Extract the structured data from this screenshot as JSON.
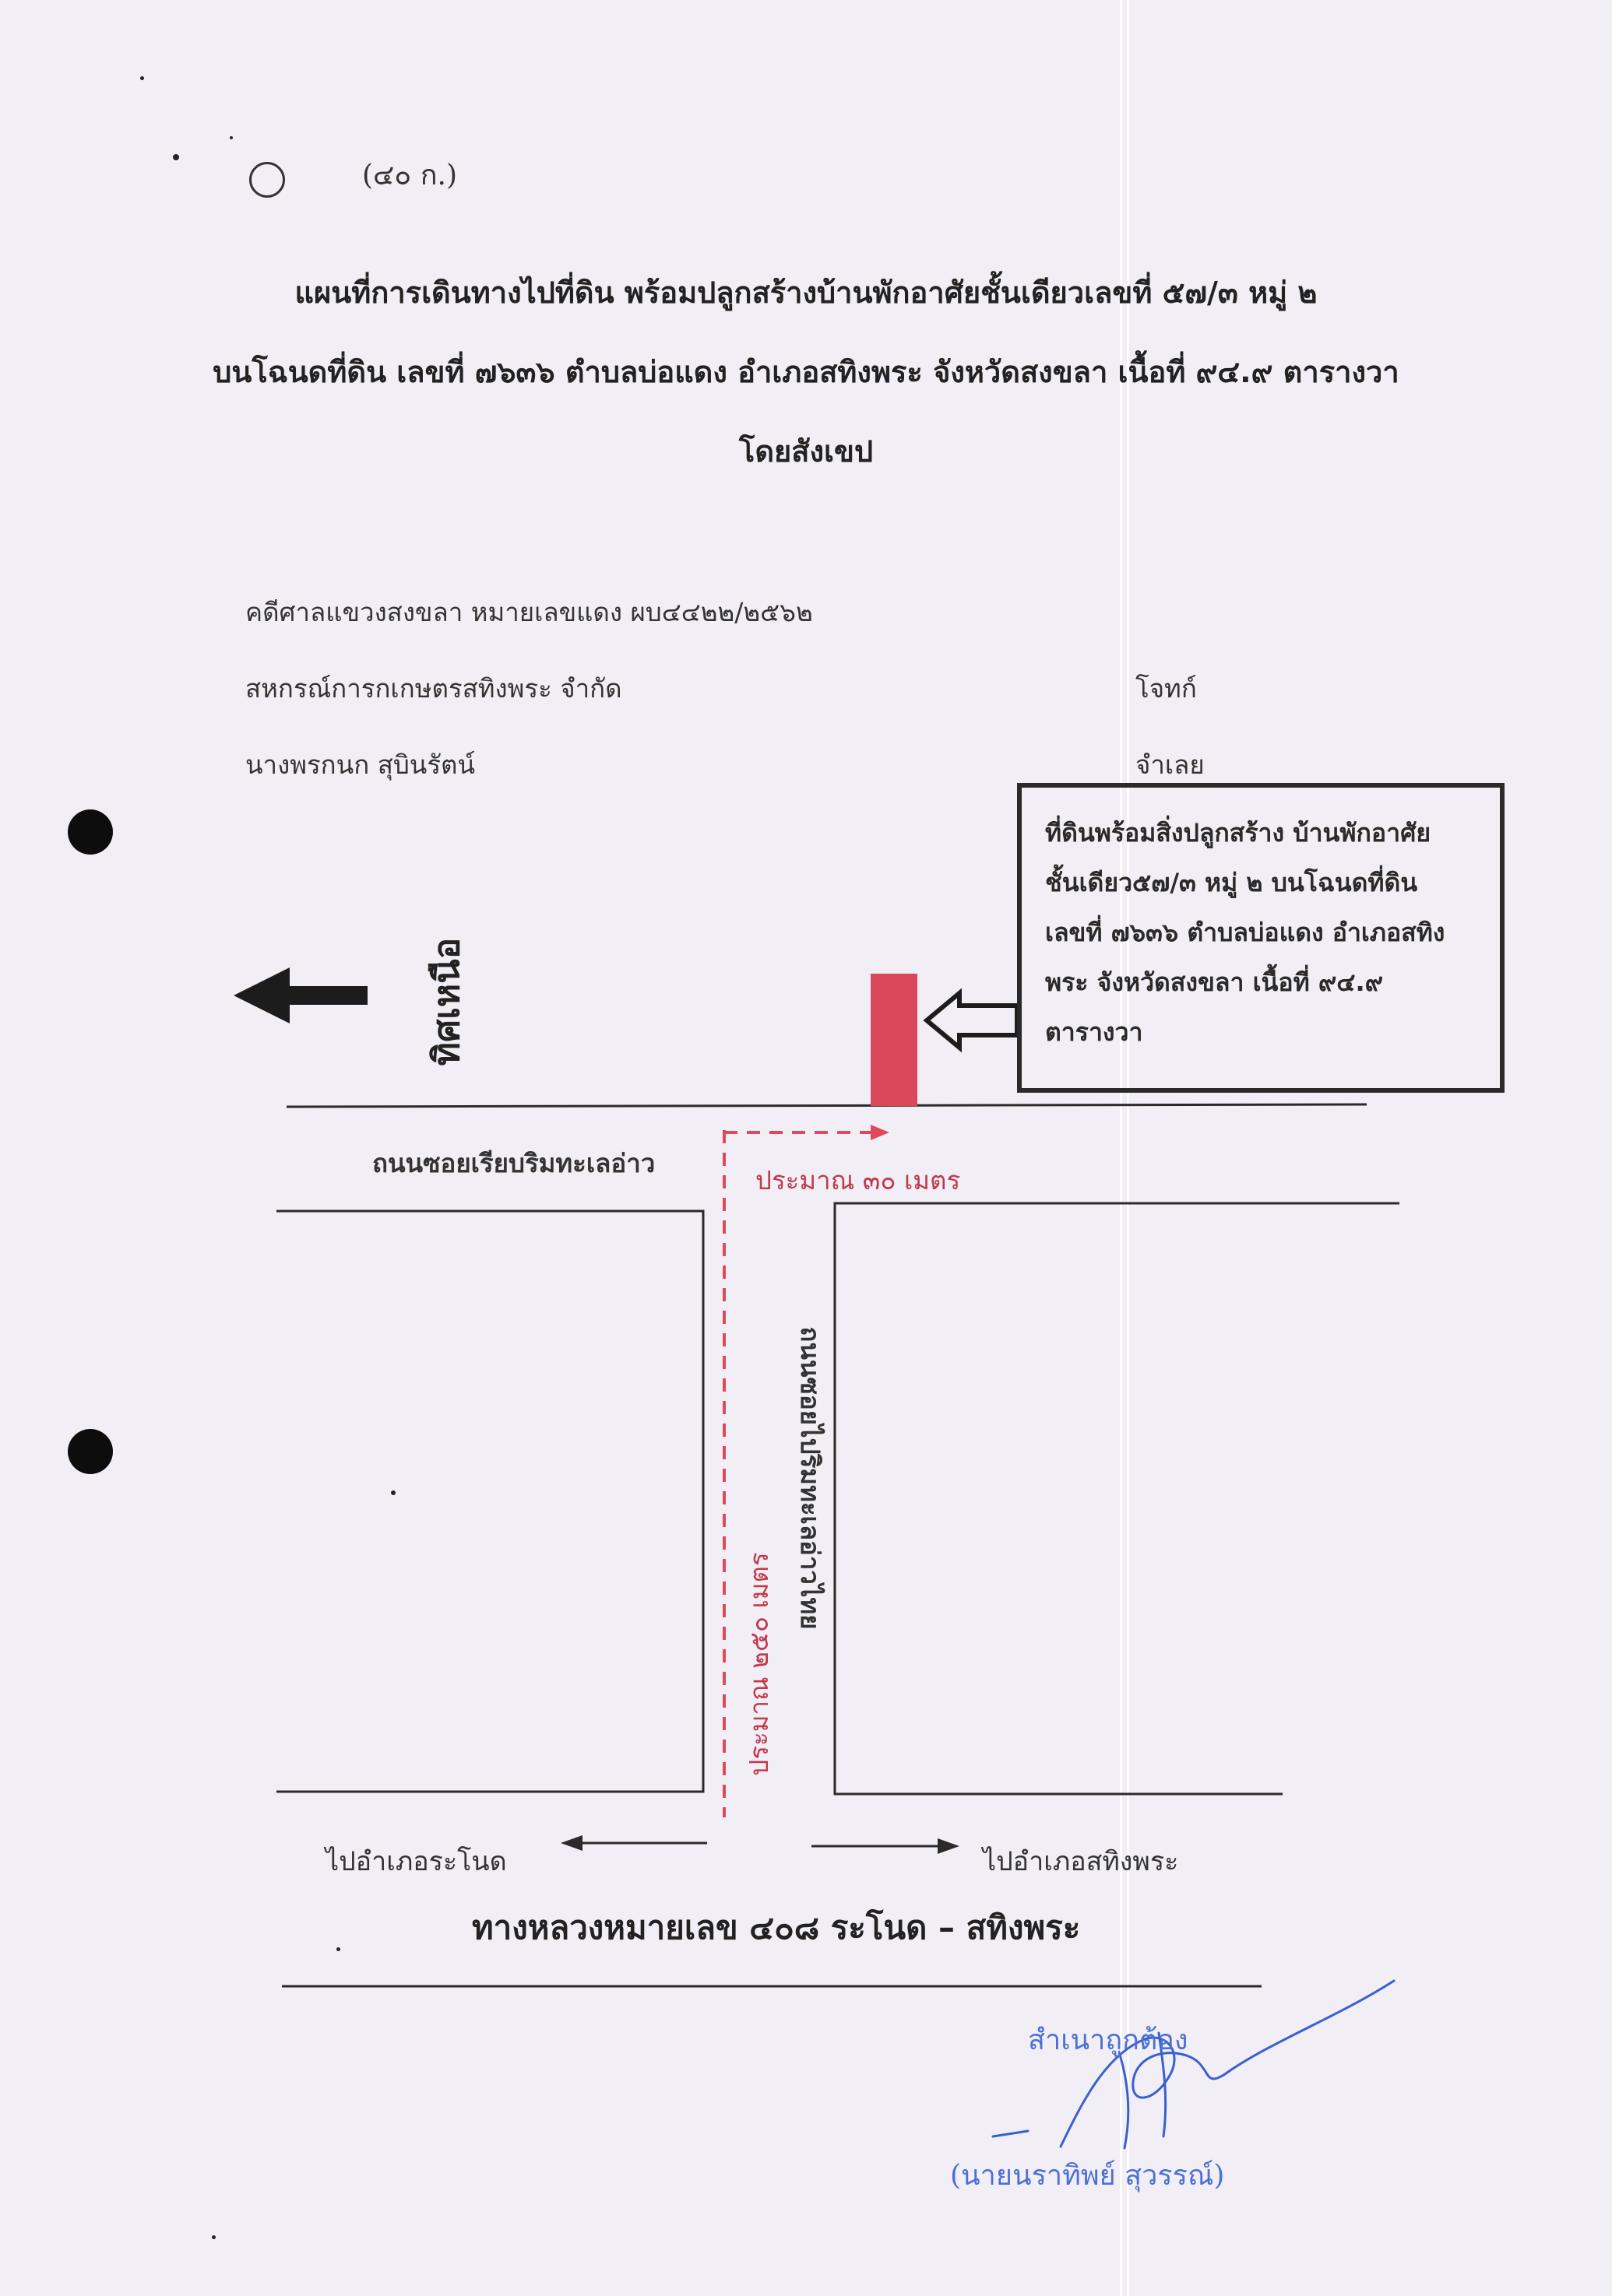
{
  "doc_ref": "(๔๐ ก.)",
  "title": {
    "line1": "แผนที่การเดินทางไปที่ดิน พร้อมปลูกสร้างบ้านพักอาศัยชั้นเดียวเลขที่ ๕๗/๓ หมู่ ๒",
    "line2": "บนโฉนดที่ดิน เลขที่ ๗๖๓๖ ตำบลบ่อแดง อำเภอสทิงพระ จังหวัดสงขลา เนื้อที่ ๙๔.๙ ตารางวา",
    "line3": "โดยสังเขป"
  },
  "case": {
    "number": "คดีศาลแขวงสงขลา หมายเลขแดง ผบ๔๔๒๒/๒๕๖๒",
    "plaintiff_name": "สหกรณ์การกเกษตรสทิงพระ จำกัด",
    "plaintiff_role": "โจทก์",
    "defendant_name": "นางพรกนก สุบินรัตน์",
    "defendant_role": "จำเลย"
  },
  "info_box": {
    "lines": [
      "ที่ดินพร้อมสิ่งปลูกสร้าง บ้านพักอาศัย",
      "ชั้นเดียว๕๗/๓ หมู่ ๒ บนโฉนดที่ดิน",
      "เลขที่ ๗๖๓๖ ตำบลบ่อแดง อำเภอสทิง",
      "พระ จังหวัดสงขลา เนื้อที่ ๙๔.๙",
      "ตารางวา"
    ]
  },
  "map": {
    "north_label": "ทิศเหนือ",
    "road_top": "ถนนซอยเรียบริมทะเลอ่าว",
    "distance_top": "ประมาณ ๓๐ เมตร",
    "road_vertical": "ถนนซอยไปริมทะเลอ่าวไทย",
    "distance_vertical": "ประมาณ ๒๕๐ เมตร",
    "to_left": "ไปอำเภอระโนด",
    "to_right": "ไปอำเภอสทิงพระ",
    "highway": "ทางหลวงหมายเลข ๔๐๘ ระโนด – สทิงพระ"
  },
  "certification": {
    "stamp": "สำเนาถูกต้อง",
    "name": "(นายนราทิพย์ สุวรรณ์)"
  },
  "colors": {
    "paper": "#f1eff5",
    "ink": "#2a2a2a",
    "property_marker": "#d9475a",
    "route": "#e0495c",
    "stamp_blue": "#4d6fd6"
  }
}
